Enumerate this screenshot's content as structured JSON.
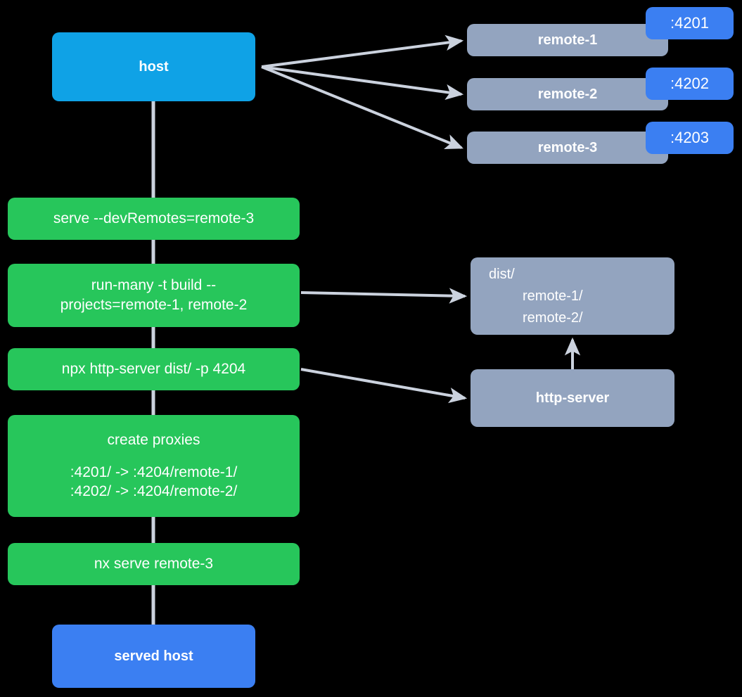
{
  "diagram": {
    "type": "flow-diagram",
    "background": "#000000",
    "colors": {
      "host": "#0FA2E6",
      "served_host": "#3B7FF2",
      "remote": "#93A4BF",
      "command": "#27C65B",
      "port_badge": "#3B7FF2",
      "edge": "#CBD2DE",
      "text": "#FFFFFF"
    },
    "nodes": {
      "host": {
        "label": "host"
      },
      "remotes": [
        {
          "label": "remote-1",
          "port": ":4201"
        },
        {
          "label": "remote-2",
          "port": ":4202"
        },
        {
          "label": "remote-3",
          "port": ":4203"
        }
      ],
      "commands": [
        {
          "id": "serve-dev-remotes",
          "label": "serve --devRemotes=remote-3"
        },
        {
          "id": "run-many-build",
          "line1": "run-many -t build --",
          "line2": "projects=remote-1, remote-2"
        },
        {
          "id": "npx-http-server",
          "label": "npx http-server dist/ -p 4204"
        },
        {
          "id": "create-proxies",
          "title": "create proxies",
          "proxy1": ":4201/ -> :4204/remote-1/",
          "proxy2": ":4202/ -> :4204/remote-2/"
        },
        {
          "id": "nx-serve-remote-3",
          "label": "nx serve remote-3"
        }
      ],
      "dist": {
        "root": "dist/",
        "child1": "remote-1/",
        "child2": "remote-2/"
      },
      "http_server": {
        "label": "http-server"
      },
      "served_host": {
        "label": "served host"
      }
    },
    "edges": [
      {
        "from": "host",
        "to": "remote-1",
        "arrow": true
      },
      {
        "from": "host",
        "to": "remote-2",
        "arrow": true
      },
      {
        "from": "host",
        "to": "remote-3",
        "arrow": true
      },
      {
        "from": "host",
        "to": "serve-dev-remotes",
        "arrow": false
      },
      {
        "from": "serve-dev-remotes",
        "to": "run-many-build",
        "arrow": false
      },
      {
        "from": "run-many-build",
        "to": "dist",
        "arrow": true
      },
      {
        "from": "run-many-build",
        "to": "npx-http-server",
        "arrow": false
      },
      {
        "from": "npx-http-server",
        "to": "http-server",
        "arrow": true
      },
      {
        "from": "http-server",
        "to": "dist",
        "arrow": true
      },
      {
        "from": "npx-http-server",
        "to": "create-proxies",
        "arrow": false
      },
      {
        "from": "create-proxies",
        "to": "nx-serve-remote-3",
        "arrow": false
      },
      {
        "from": "nx-serve-remote-3",
        "to": "served-host",
        "arrow": false
      }
    ]
  }
}
